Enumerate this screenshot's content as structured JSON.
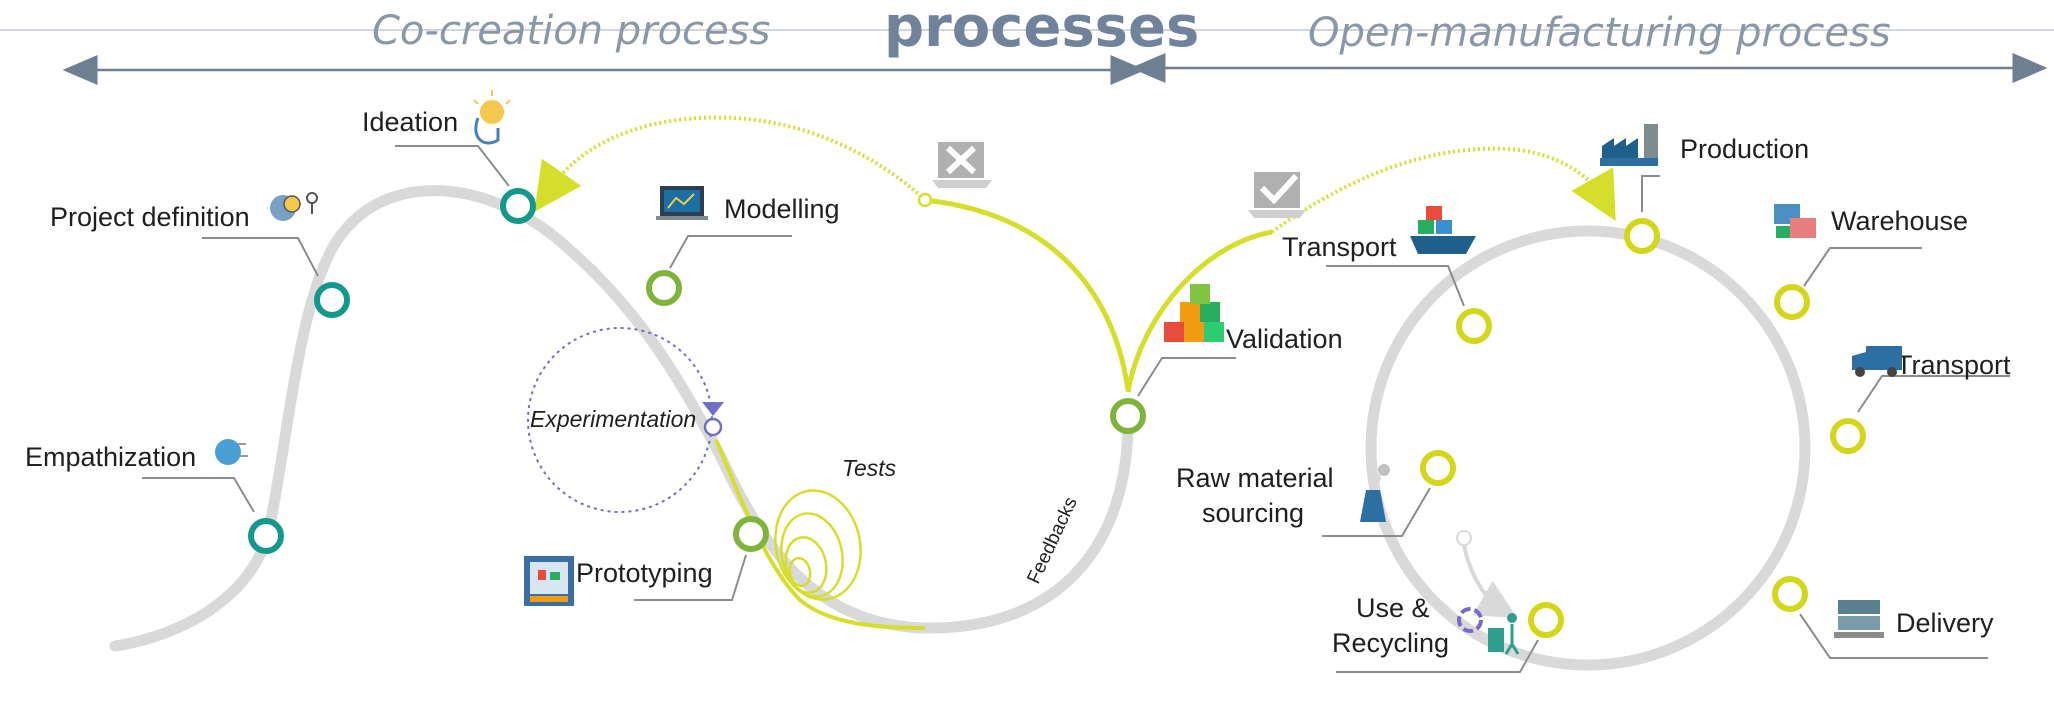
{
  "header": {
    "co_creation": "Co-creation process",
    "center": "processes",
    "open_manufacturing": "Open-manufacturing process"
  },
  "co_creation": {
    "ideation": "Ideation",
    "project_definition": "Project definition",
    "modelling": "Modelling",
    "empathization": "Empathization",
    "experimentation": "Experimentation",
    "tests": "Tests",
    "prototyping": "Prototyping",
    "feedbacks": "Feedbacks"
  },
  "validation": "Validation",
  "open_manufacturing": {
    "production": "Production",
    "warehouse": "Warehouse",
    "transport_left": "Transport",
    "transport_right": "Transport",
    "raw_material_line1": "Raw material",
    "raw_material_line2": "sourcing",
    "delivery": "Delivery",
    "use_line1": "Use &",
    "use_line2": "Recycling"
  },
  "colors": {
    "track": "#d9d9d9",
    "teal_node": "#12998b",
    "green_node": "#7fb43c",
    "yellow_node": "#d3d61a",
    "feedback_arrow": "#d6de2c",
    "header_arrow": "#6e7f92",
    "experimentation_circle": "#6f6fc9"
  },
  "icons": [
    "lightbulb-head-icon",
    "gear-head-icon",
    "screen-chart-icon",
    "head-icon",
    "3d-printer-icon",
    "rejected-box-icon",
    "approved-box-icon",
    "cubes-icon",
    "ship-icon",
    "factory-icon",
    "storage-boxes-icon",
    "truck-icon",
    "power-plant-icon",
    "recycle-icon",
    "bin-icon",
    "delivery-boxes-icon"
  ]
}
